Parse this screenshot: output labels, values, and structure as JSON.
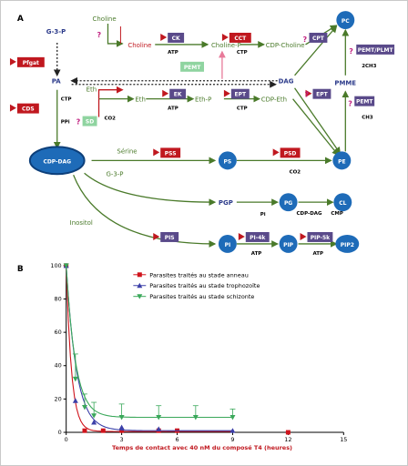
{
  "panel_a": {
    "label": "A",
    "nodes": {
      "g3p": "G-3-P",
      "choline_top": "Choline",
      "choline": "Choline",
      "choline_p": "Choline-P",
      "cdp_choline": "CDP-Choline",
      "pc": "PC",
      "pa": "PA",
      "dag": "DAG",
      "pmme": "PMME",
      "eth": "Eth",
      "eth2": "Eth",
      "eth_p": "Eth-P",
      "cdp_eth": "CDP-Eth",
      "cdp_dag": "CDP-DAG",
      "serine": "Sérine",
      "ps": "PS",
      "pe": "PE",
      "g3p2": "G-3-P",
      "pgp": "PGP",
      "pg": "PG",
      "cl": "CL",
      "inositol": "Inositol",
      "pi": "PI",
      "pip": "PIP",
      "pip2": "PIP2"
    },
    "enzymes": {
      "ck": "CK",
      "cct": "CCT",
      "cpt": "CPT",
      "pemt_plmt": "PEMT/PLMT",
      "pfgat": "Pfgat",
      "pemt1": "PEMT",
      "cds": "CDS",
      "ek": "EK",
      "ept1": "EPT",
      "ept2": "EPT",
      "sd": "SD",
      "pemt2": "PEMT",
      "pss": "PSS",
      "psd": "PSD",
      "pis": "PIS",
      "pi4k": "PI-4k",
      "pip5k": "PIP-5k"
    },
    "cofactors": {
      "atp1": "ATP",
      "ctp1": "CTP",
      "ctp_pa": "CTP",
      "ppi": "PPi",
      "atp2": "ATP",
      "ctp2": "CTP",
      "co2_sd": "CO2",
      "co2_psd": "CO2",
      "pi_small": "Pi",
      "cdp_dag_small": "CDP-DAG",
      "cmp": "CMP",
      "ch3_a": "2CH3",
      "ch3_b": "CH3",
      "atp3": "ATP",
      "atp4": "ATP"
    },
    "question_mark": "?"
  },
  "panel_b": {
    "label": "B",
    "x_axis_label": "Temps de contact avec 40 nM du composé T4 (heures)",
    "legend": [
      "Parasites traités au stade anneau",
      "Parasites traités au stade trophozoïte",
      "Parasites traités au stade schizonte"
    ],
    "y_ticks": [
      "0",
      "20",
      "40",
      "60",
      "80",
      "100"
    ],
    "x_ticks": [
      "0",
      "3",
      "6",
      "9",
      "12",
      "15"
    ]
  },
  "chart_data": {
    "type": "scatter",
    "x_axis": {
      "label": "Temps de contact avec 40 nM du composé T4 (heures)",
      "range": [
        0,
        15
      ],
      "ticks": [
        0,
        3,
        6,
        9,
        12,
        15
      ]
    },
    "y_axis": {
      "label": "",
      "range": [
        0,
        100
      ],
      "ticks": [
        0,
        20,
        40,
        60,
        80,
        100
      ]
    },
    "legend_placement": "top-right",
    "series": [
      {
        "name": "Parasites traités au stade anneau",
        "color": "#d0141c",
        "marker": "square",
        "x": [
          0,
          1,
          2,
          3,
          5,
          6,
          12
        ],
        "y": [
          100,
          1,
          1,
          1,
          1,
          1,
          0
        ],
        "err": [
          0,
          0,
          0,
          0,
          0,
          0,
          0
        ]
      },
      {
        "name": "Parasites traités au stade trophozoïte",
        "color": "#3b3fa8",
        "marker": "triangle-up",
        "x": [
          0,
          0.5,
          1.5,
          3,
          5,
          9
        ],
        "y": [
          100,
          19,
          6,
          3,
          2,
          1
        ],
        "err": [
          0,
          0,
          0,
          0,
          0,
          0
        ]
      },
      {
        "name": "Parasites traités au stade schizonte",
        "color": "#3aa85a",
        "marker": "triangle-down",
        "x": [
          0,
          0.5,
          1,
          1.5,
          3,
          5,
          7,
          9
        ],
        "y": [
          100,
          32,
          15,
          10,
          9,
          9,
          9,
          9
        ],
        "err": [
          0,
          15,
          8,
          8,
          8,
          7,
          7,
          5
        ]
      }
    ]
  }
}
